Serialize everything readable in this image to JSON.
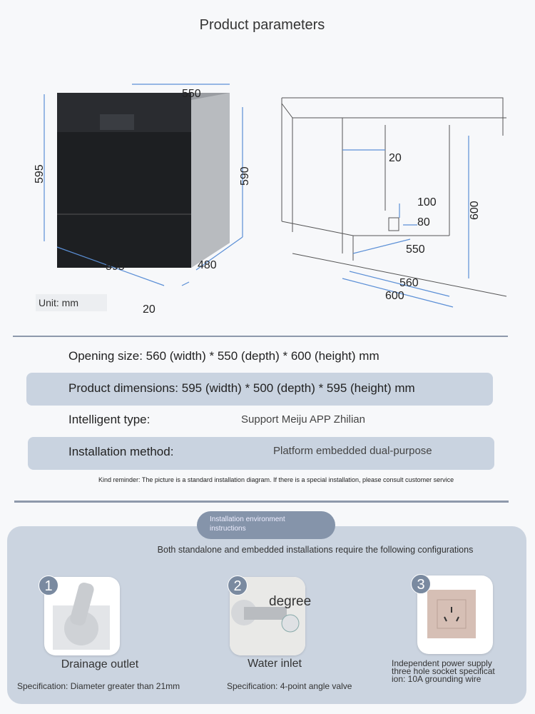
{
  "title": "Product parameters",
  "left_diagram": {
    "width": "550",
    "height_front": "595",
    "height_side": "590",
    "front_width": "595",
    "depth": "480",
    "gap": "20",
    "unit": "Unit: mm"
  },
  "right_diagram": {
    "gap": "20",
    "height": "600",
    "cutout_h": "100",
    "cutout_w": "80",
    "depth": "550",
    "inner_width": "560",
    "outer_width": "600"
  },
  "specs": [
    {
      "label": "Opening size: 560 (width) * 550 (depth) * 600 (height) mm",
      "value": ""
    },
    {
      "label": "Product dimensions: 595 (width) * 500 (depth) * 595 (height) mm",
      "value": ""
    },
    {
      "label": "Intelligent type:",
      "value": "Support Meiju APP Zhilian"
    },
    {
      "label": "Installation method:",
      "value": "Platform embedded dual-purpose"
    }
  ],
  "reminder": "Kind reminder: The picture is a standard installation diagram. If there is a special installation, please consult customer service",
  "env": {
    "pill": "Installation environment instructions",
    "subtitle": "Both standalone and embedded installations require the following configurations",
    "items": [
      {
        "num": "1",
        "label": "Drainage outlet",
        "spec": "Specification: Diameter greater than 21mm"
      },
      {
        "num": "2",
        "label": "Water inlet",
        "overlay": "degree",
        "spec": "Specification: 4-point angle valve"
      },
      {
        "num": "3",
        "label": "",
        "spec": "Independent power supply three hole socket specificat ion: 10A grounding wire"
      }
    ]
  }
}
